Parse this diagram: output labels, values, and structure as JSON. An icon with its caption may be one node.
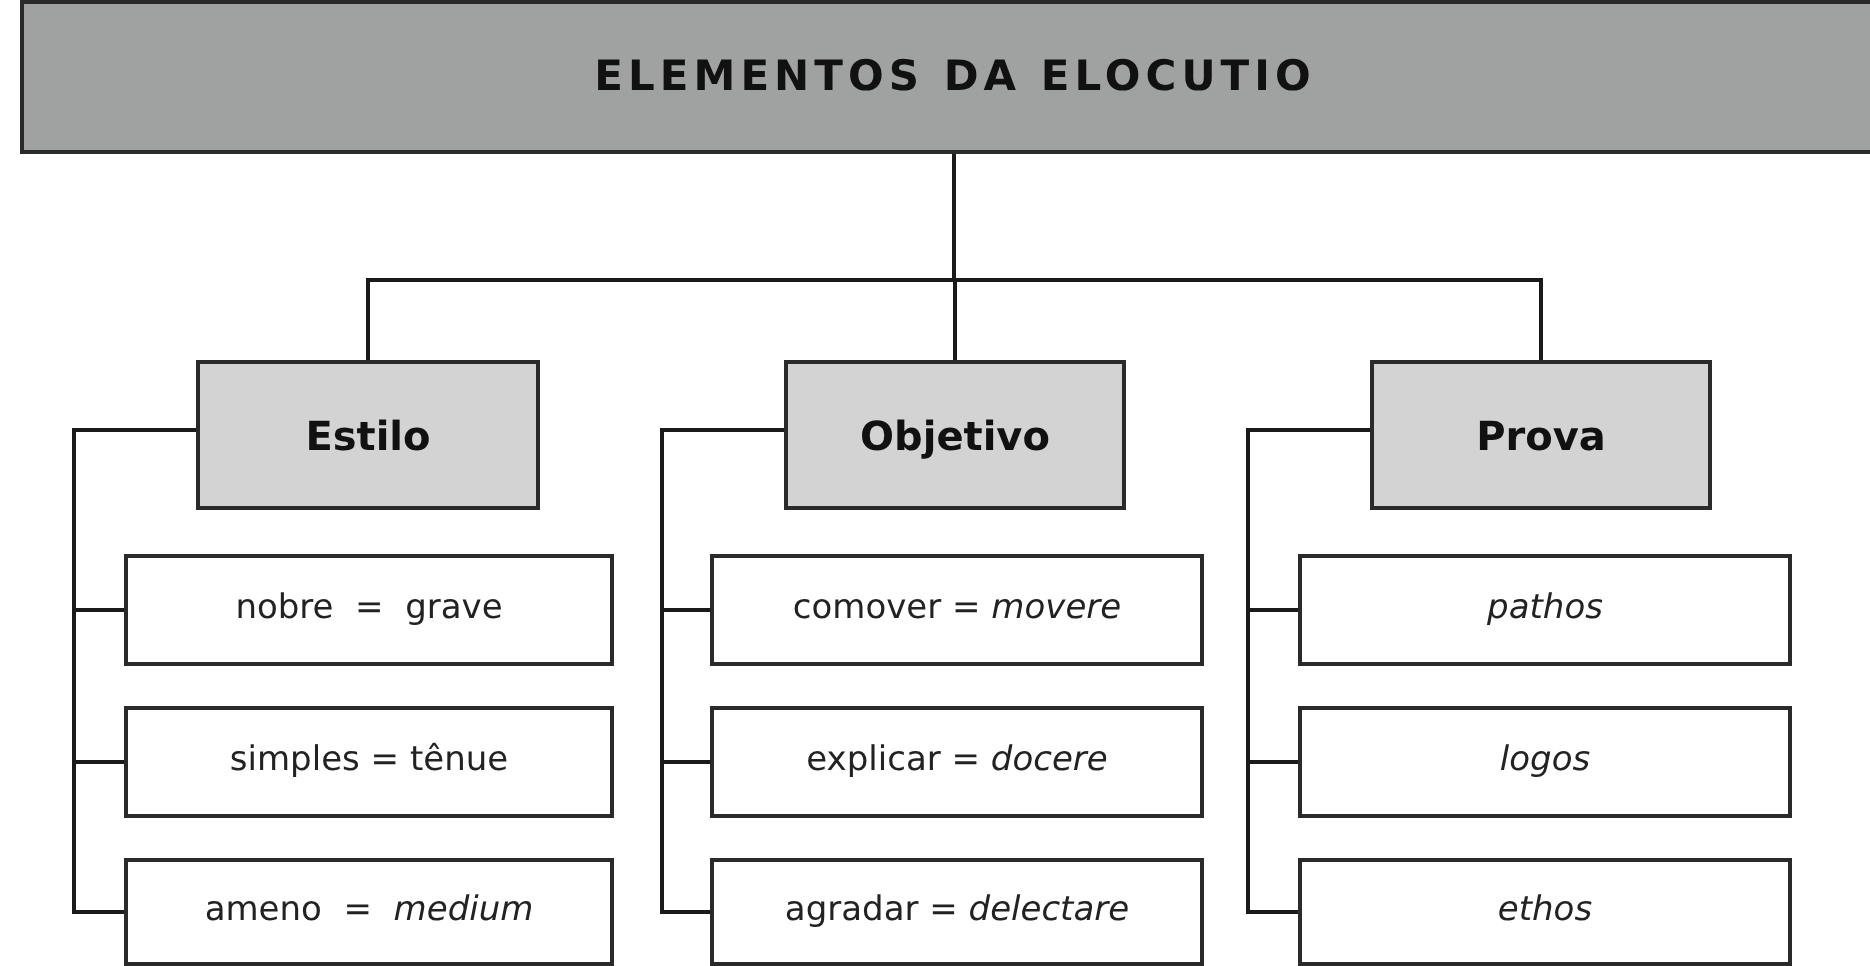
{
  "diagram": {
    "nodes": [
      {
        "text": [
          "ELEMENTOS DA ELOCUTIO"
        ]
      },
      {
        "text": [
          "Estilo"
        ]
      },
      {
        "text": [
          "Objetivo"
        ]
      },
      {
        "text": [
          "Prova"
        ]
      },
      {
        "text": [
          "nobre  =  grave"
        ]
      },
      {
        "text": [
          "simples = tênue"
        ]
      },
      {
        "text": [
          "ameno  =  *medium*"
        ]
      },
      {
        "text": [
          "comover = *movere*"
        ]
      },
      {
        "text": [
          "explicar = *docere*"
        ]
      },
      {
        "text": [
          "agradar = *delectare*"
        ]
      },
      {
        "text": [
          "pathos"
        ]
      },
      {
        "text": [
          "logos"
        ]
      },
      {
        "text": [
          "ethos"
        ]
      }
    ],
    "edges": [
      {
        "from": 0,
        "to": 1,
        "arrow": "none"
      },
      {
        "from": 0,
        "to": 2,
        "arrow": "none"
      },
      {
        "from": 0,
        "to": 3,
        "arrow": "none"
      },
      {
        "from": 1,
        "to": 4,
        "arrow": "none"
      },
      {
        "from": 1,
        "to": 5,
        "arrow": "none"
      },
      {
        "from": 1,
        "to": 6,
        "arrow": "none"
      },
      {
        "from": 2,
        "to": 7,
        "arrow": "none"
      },
      {
        "from": 2,
        "to": 8,
        "arrow": "none"
      },
      {
        "from": 2,
        "to": 9,
        "arrow": "none"
      },
      {
        "from": 3,
        "to": 10,
        "arrow": "none"
      },
      {
        "from": 3,
        "to": 11,
        "arrow": "none"
      },
      {
        "from": 3,
        "to": 12,
        "arrow": "none"
      }
    ]
  }
}
